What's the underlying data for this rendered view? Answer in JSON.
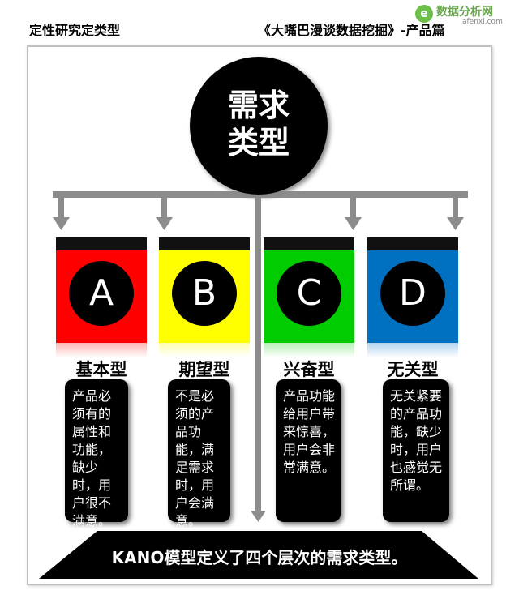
{
  "header": {
    "left_title": "定性研究定类型",
    "right_title": "《大嘴巴漫谈数据挖掘》-产品篇"
  },
  "logo": {
    "name": "数据分析网",
    "url": "afenxi.com",
    "mark": "e"
  },
  "root": {
    "line1": "需求",
    "line2": "类型"
  },
  "categories": [
    {
      "letter": "A",
      "label": "基本型",
      "desc": "产品必须有的属性和功能，缺少时，用户很不满意。",
      "color": "#ff0000"
    },
    {
      "letter": "B",
      "label": "期望型",
      "desc": "不是必须的产品功能，满足需求时，用户会满意。",
      "color": "#ffff00"
    },
    {
      "letter": "C",
      "label": "兴奋型",
      "desc": "产品功能给用户带来惊喜，用户会非常满意。",
      "color": "#00cc00"
    },
    {
      "letter": "D",
      "label": "无关型",
      "desc": "无关紧要的产品功能，缺少时，用户也感觉无所谓。",
      "color": "#0070c0"
    }
  ],
  "banner": {
    "text": "KANO模型定义了四个层次的需求类型。"
  }
}
